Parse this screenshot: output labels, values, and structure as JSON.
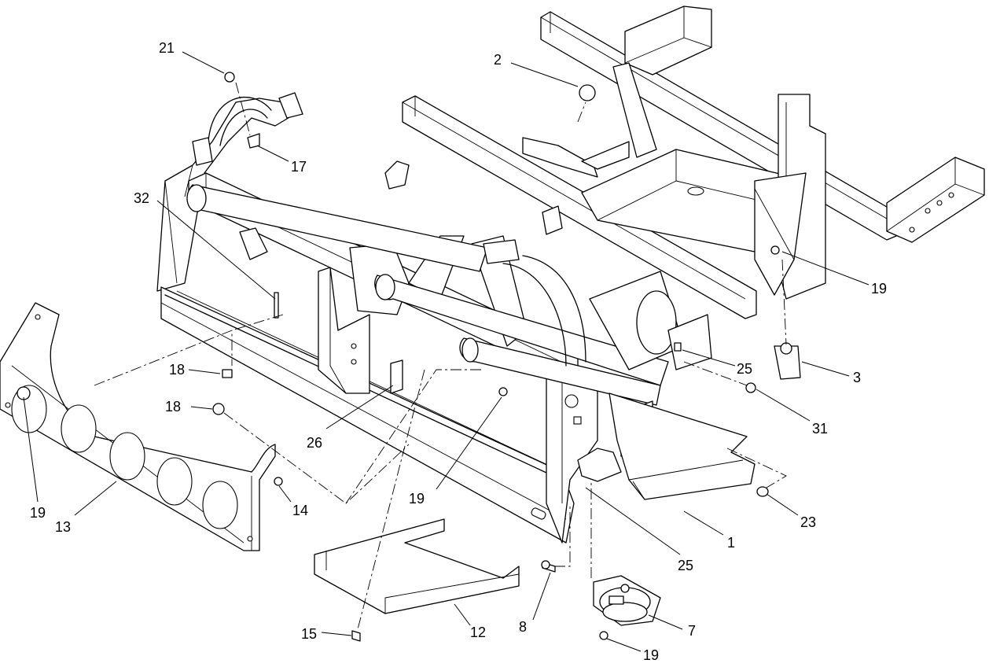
{
  "callouts": [
    {
      "id": "c1",
      "label": "1"
    },
    {
      "id": "c2",
      "label": "2"
    },
    {
      "id": "c3",
      "label": "3"
    },
    {
      "id": "c7",
      "label": "7"
    },
    {
      "id": "c8",
      "label": "8"
    },
    {
      "id": "c12",
      "label": "12"
    },
    {
      "id": "c13",
      "label": "13"
    },
    {
      "id": "c14",
      "label": "14"
    },
    {
      "id": "c15",
      "label": "15"
    },
    {
      "id": "c17",
      "label": "17"
    },
    {
      "id": "c18a",
      "label": "18"
    },
    {
      "id": "c18b",
      "label": "18"
    },
    {
      "id": "c19a",
      "label": "19"
    },
    {
      "id": "c19b",
      "label": "19"
    },
    {
      "id": "c19c",
      "label": "19"
    },
    {
      "id": "c19d",
      "label": "19"
    },
    {
      "id": "c21",
      "label": "21"
    },
    {
      "id": "c23",
      "label": "23"
    },
    {
      "id": "c25a",
      "label": "25"
    },
    {
      "id": "c25b",
      "label": "25"
    },
    {
      "id": "c26",
      "label": "26"
    },
    {
      "id": "c31",
      "label": "31"
    },
    {
      "id": "c32",
      "label": "32"
    }
  ]
}
